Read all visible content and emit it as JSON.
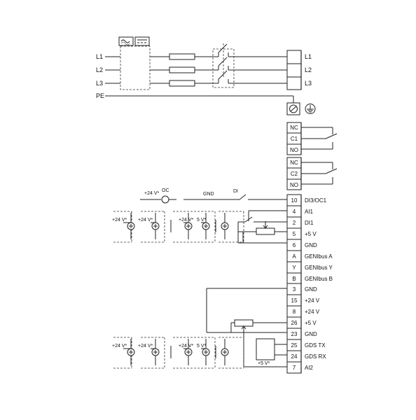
{
  "supply": {
    "lines": [
      "L1",
      "L2",
      "L3",
      "PE"
    ],
    "outputs": [
      "L1",
      "L2",
      "L3"
    ]
  },
  "relay1": [
    "NC",
    "C1",
    "NO"
  ],
  "relay2": [
    "NC",
    "C2",
    "NO"
  ],
  "block1": [
    {
      "num": "10",
      "name": "DI3/OC1"
    },
    {
      "num": "4",
      "name": "AI1"
    },
    {
      "num": "2",
      "name": "DI1"
    },
    {
      "num": "5",
      "name": "+5 V"
    },
    {
      "num": "6",
      "name": "GND"
    },
    {
      "num": "A",
      "name": "GENIbus A"
    },
    {
      "num": "Y",
      "name": "GENIbus Y"
    },
    {
      "num": "B",
      "name": "GENIbus B"
    }
  ],
  "block2": [
    {
      "num": "3",
      "name": "GND"
    },
    {
      "num": "15",
      "name": "+24 V"
    },
    {
      "num": "8",
      "name": "+24 V"
    },
    {
      "num": "26",
      "name": "+5 V"
    },
    {
      "num": "23",
      "name": "GND"
    },
    {
      "num": "25",
      "name": "GDS TX"
    },
    {
      "num": "24",
      "name": "GDS RX"
    },
    {
      "num": "7",
      "name": "AI2"
    }
  ],
  "labels": {
    "oc_supply": "+24 V*",
    "oc": "OC",
    "gnd": "GND",
    "di": "DI",
    "row1_supply": [
      "+24 V*",
      "+24 V*",
      "+24 V*",
      "5 V*"
    ],
    "row2_supply": [
      "+24 V*",
      "+24 V*",
      "+24 V*",
      "5 V*"
    ],
    "gds_supply": "+5 V*"
  }
}
